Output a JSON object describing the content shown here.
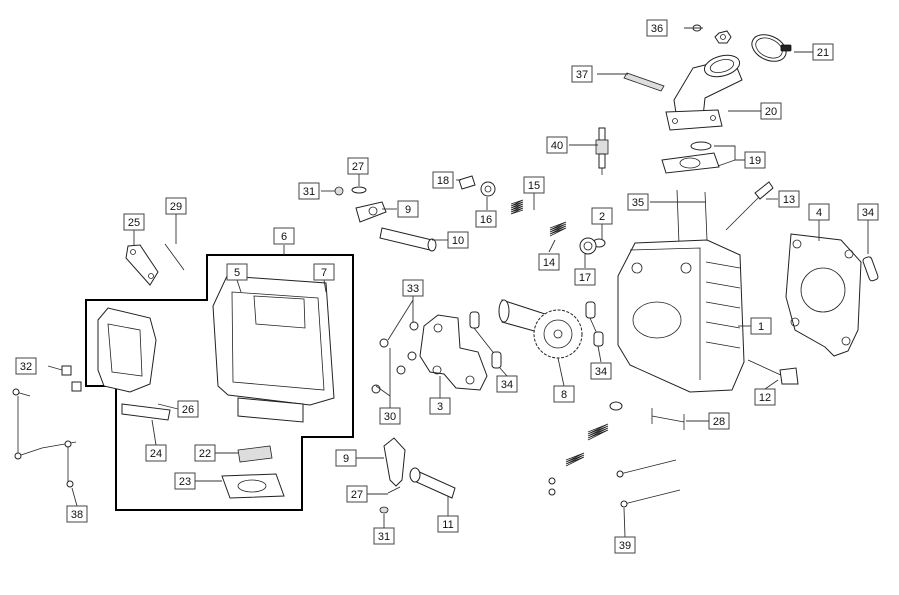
{
  "labels": {
    "l36": "36",
    "l21": "21",
    "l37": "37",
    "l20": "20",
    "l40": "40",
    "l19": "19",
    "l27a": "27",
    "l31a": "31",
    "l9a": "9",
    "l18": "18",
    "l16": "16",
    "l15": "15",
    "l35": "35",
    "l13": "13",
    "l4": "4",
    "l34a": "34",
    "l29": "29",
    "l25": "25",
    "l6": "6",
    "l10": "10",
    "l2": "2",
    "l14": "14",
    "l17": "17",
    "l5": "5",
    "l7": "7",
    "l33": "33",
    "l1": "1",
    "l32": "32",
    "l26": "26",
    "l3": "3",
    "l34b": "34",
    "l34c": "34",
    "l8": "8",
    "l12": "12",
    "l30": "30",
    "l24": "24",
    "l28": "28",
    "l22": "22",
    "l9b": "9",
    "l23": "23",
    "l27b": "27",
    "l11": "11",
    "l38": "38",
    "l31b": "31",
    "l39": "39"
  }
}
